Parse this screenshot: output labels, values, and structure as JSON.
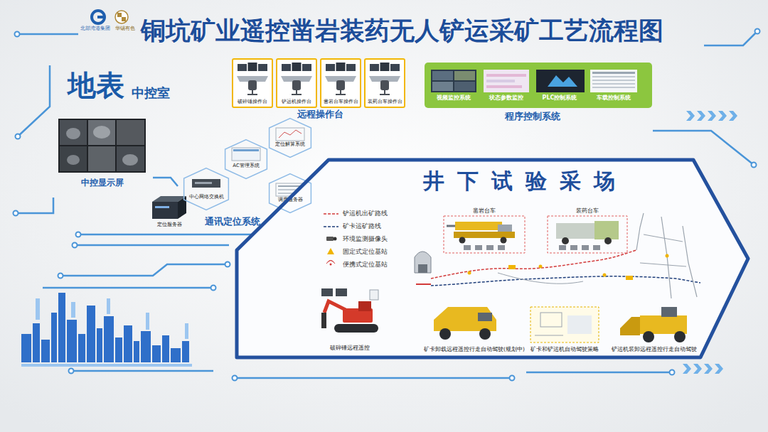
{
  "diagram": {
    "title": "铜坑矿业遥控凿岩装药无人铲运采矿工艺流程图",
    "nodes": [
      {
        "text": [
          "破碎锤操作台"
        ]
      },
      {
        "text": [
          "铲运机操作台"
        ]
      },
      {
        "text": [
          "凿岩台车操作台"
        ]
      },
      {
        "text": [
          "装药台车操作台"
        ]
      },
      {
        "text": [
          "视频监控系统"
        ]
      },
      {
        "text": [
          "状态参数监控"
        ]
      },
      {
        "text": [
          "PLC控制系统"
        ]
      },
      {
        "text": [
          "车载控制系统"
        ]
      },
      {
        "text": [
          "中控显示屏"
        ]
      },
      {
        "text": [
          "定位服务器"
        ]
      },
      {
        "text": [
          "中心网络交换机"
        ]
      },
      {
        "text": [
          "AC管理系统"
        ]
      },
      {
        "text": [
          "定位解算系统"
        ]
      },
      {
        "text": [
          "调度服务器"
        ]
      },
      {
        "text": [
          "井下试验采场"
        ]
      },
      {
        "text": [
          "凿岩台车"
        ],
        "in": 14
      },
      {
        "text": [
          "装药台车"
        ],
        "in": 14
      },
      {
        "text": [
          "破碎锤远程遥控"
        ],
        "in": 14
      },
      {
        "text": [
          "矿卡卸载远程遥控行走自动驾驶(规划中)"
        ],
        "in": 14
      },
      {
        "text": [
          "矿卡和铲运机自动驾驶策略"
        ],
        "in": 14
      },
      {
        "text": [
          "铲运机装卸远程遥控行走自动驾驶"
        ],
        "in": 14
      }
    ],
    "labels": [
      "北部湾港集团",
      "华锡有色",
      "地表",
      "中控室",
      "远程操作台",
      "程序控制系统",
      "通讯定位系统"
    ],
    "legend": [
      {
        "text": "铲运机出矿路线"
      },
      {
        "text": "矿卡运矿路线"
      },
      {
        "text": "环境监测摄像头"
      },
      {
        "text": "固定式定位基站"
      },
      {
        "text": "便携式定位基站"
      }
    ]
  }
}
